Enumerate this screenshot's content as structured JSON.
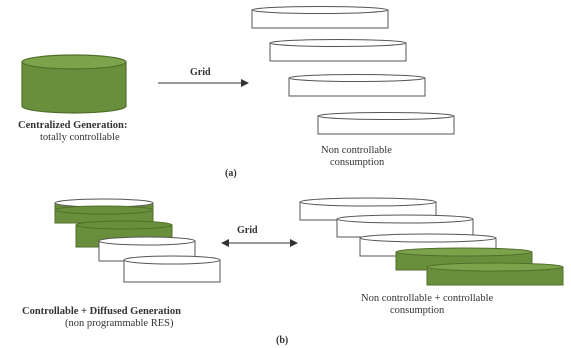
{
  "colors": {
    "green_fill": "#6a8f3c",
    "green_dark": "#4f6f2a",
    "outline": "#555555",
    "white_fill": "#ffffff"
  },
  "panel_a": {
    "left_title": "Centralized Generation",
    "left_sub": ":",
    "left_sub2": "totally controllable",
    "arrow_label": "Grid",
    "right_line1": "Non controllable",
    "right_line2": "consumption",
    "caption": "(a)"
  },
  "panel_b": {
    "left_line1": "Controllable + Diffused  Generation",
    "left_line2": "(non programmable RES)",
    "arrow_label": "Grid",
    "right_line1": "Non controllable + controllable",
    "right_line2": "consumption",
    "caption": "(b)"
  }
}
